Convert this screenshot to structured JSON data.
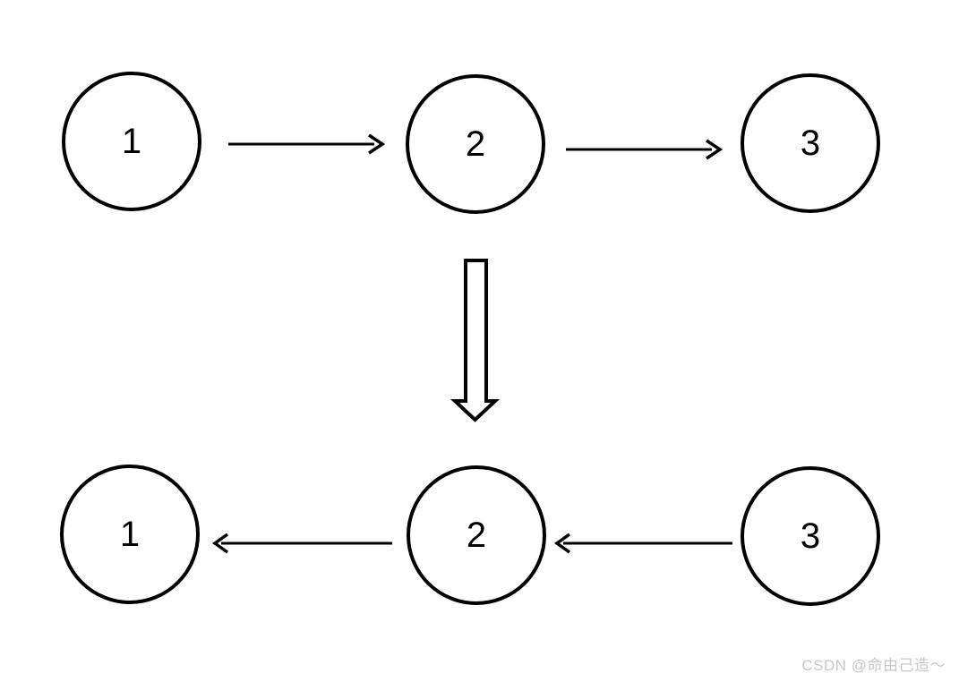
{
  "colors": {
    "line": "#000000",
    "background": "#ffffff",
    "watermark": "#c8c8c8"
  },
  "icons": {
    "next_pointer": "right-arrow-icon",
    "prev_pointer": "left-arrow-icon",
    "transform": "down-block-arrow-icon"
  },
  "top_row": {
    "direction": "right",
    "nodes": [
      {
        "label": "1"
      },
      {
        "label": "2"
      },
      {
        "label": "3"
      }
    ]
  },
  "bottom_row": {
    "direction": "left",
    "nodes": [
      {
        "label": "1"
      },
      {
        "label": "2"
      },
      {
        "label": "3"
      }
    ]
  },
  "watermark": {
    "text": "CSDN @命由己造～"
  }
}
